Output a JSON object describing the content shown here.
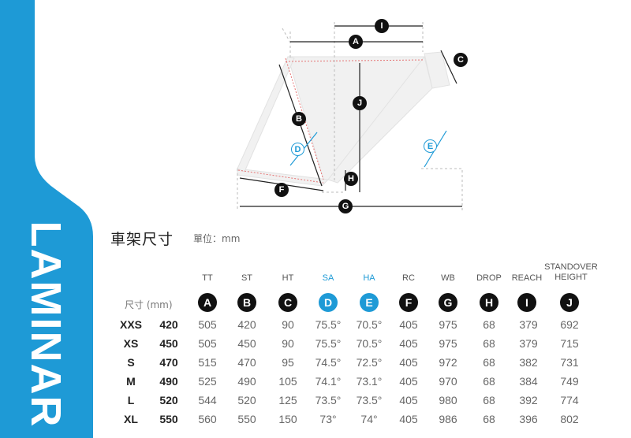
{
  "brand": {
    "name": "LAMINAR",
    "color": "#1e9ad6"
  },
  "title": "車架尺寸",
  "unit_note": "單位：mm",
  "size_header": "尺寸 (mm)",
  "diagram_labels": [
    {
      "letter": "A",
      "color": "black"
    },
    {
      "letter": "B",
      "color": "black"
    },
    {
      "letter": "C",
      "color": "black"
    },
    {
      "letter": "D",
      "color": "blue"
    },
    {
      "letter": "E",
      "color": "blue"
    },
    {
      "letter": "F",
      "color": "black"
    },
    {
      "letter": "G",
      "color": "black"
    },
    {
      "letter": "H",
      "color": "black"
    },
    {
      "letter": "I",
      "color": "black"
    },
    {
      "letter": "J",
      "color": "black"
    }
  ],
  "columns": [
    {
      "name": "TT",
      "letter": "A",
      "color": "black"
    },
    {
      "name": "ST",
      "letter": "B",
      "color": "black"
    },
    {
      "name": "HT",
      "letter": "C",
      "color": "black"
    },
    {
      "name": "SA",
      "letter": "D",
      "color": "blue"
    },
    {
      "name": "HA",
      "letter": "E",
      "color": "blue"
    },
    {
      "name": "RC",
      "letter": "F",
      "color": "black"
    },
    {
      "name": "WB",
      "letter": "G",
      "color": "black"
    },
    {
      "name": "DROP",
      "letter": "H",
      "color": "black"
    },
    {
      "name": "REACH",
      "letter": "I",
      "color": "black"
    },
    {
      "name": "STANDOVER HEIGHT",
      "letter": "J",
      "color": "black"
    }
  ],
  "rows": [
    {
      "size": "XXS",
      "mm": "420",
      "values": [
        "505",
        "420",
        "90",
        "75.5°",
        "70.5°",
        "405",
        "975",
        "68",
        "379",
        "692"
      ]
    },
    {
      "size": "XS",
      "mm": "450",
      "values": [
        "505",
        "450",
        "90",
        "75.5°",
        "70.5°",
        "405",
        "975",
        "68",
        "379",
        "715"
      ]
    },
    {
      "size": "S",
      "mm": "470",
      "values": [
        "515",
        "470",
        "95",
        "74.5°",
        "72.5°",
        "405",
        "972",
        "68",
        "382",
        "731"
      ]
    },
    {
      "size": "M",
      "mm": "490",
      "values": [
        "525",
        "490",
        "105",
        "74.1°",
        "73.1°",
        "405",
        "970",
        "68",
        "384",
        "749"
      ]
    },
    {
      "size": "L",
      "mm": "520",
      "values": [
        "544",
        "520",
        "125",
        "73.5°",
        "73.5°",
        "405",
        "980",
        "68",
        "392",
        "774"
      ]
    },
    {
      "size": "XL",
      "mm": "550",
      "values": [
        "560",
        "550",
        "150",
        "73°",
        "74°",
        "405",
        "986",
        "68",
        "396",
        "802"
      ]
    }
  ]
}
